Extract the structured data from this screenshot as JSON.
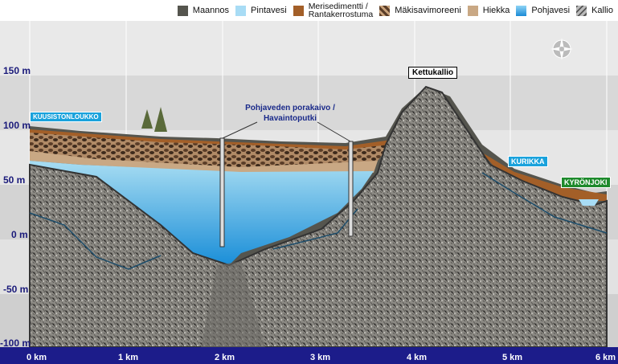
{
  "legend": [
    {
      "label": "Maannos",
      "color": "#55554e"
    },
    {
      "label": "Pintavesi",
      "color": "#a8dcf5"
    },
    {
      "label": "Merisedimentti /",
      "label2": "Rantakerrostuma",
      "color": "#a35f28"
    },
    {
      "label": "Mäkisavimoreeni",
      "color": "#7a5a40"
    },
    {
      "label": "Hiekka",
      "color": "#c9a884"
    },
    {
      "label": "Pohjavesi",
      "color": "#2a9de0"
    },
    {
      "label": "Kallio",
      "color": "#8a8a86"
    }
  ],
  "y_axis": [
    "150 m",
    "100 m",
    "50 m",
    "0 m",
    "-50 m",
    "-100 m"
  ],
  "x_axis": [
    "0 km",
    "1 km",
    "2 km",
    "3 km",
    "4 km",
    "5 km",
    "6 km"
  ],
  "signs": {
    "kuusisto": "KUUSISTONLOUKKO",
    "kettukallio": "Kettukallio",
    "kurikka": "KURIKKA",
    "kyronjoki": "KYRÖNJOKI"
  },
  "annotation": {
    "line1": "Pohjaveden porakaivo /",
    "line2": "Havaintoputki"
  }
}
